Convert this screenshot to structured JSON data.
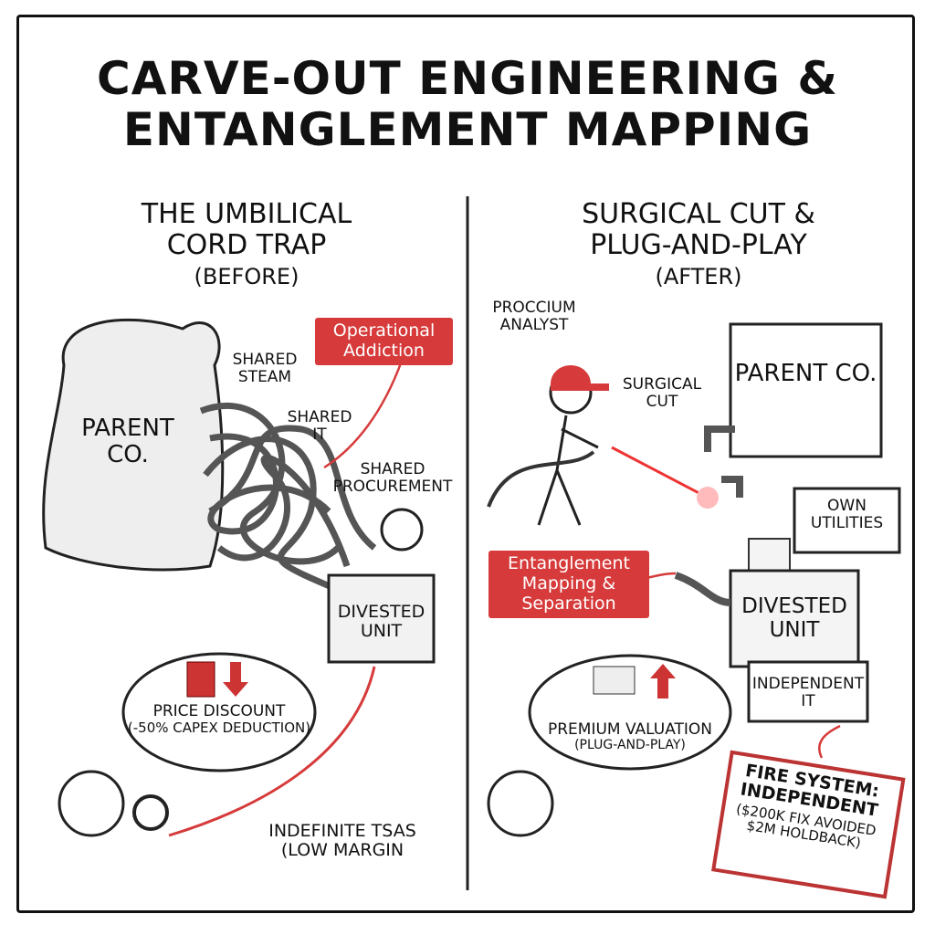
{
  "title": "Carve-out Engineering & Entanglement Mapping",
  "before": {
    "heading": "The Umbilical Cord Trap",
    "tag": "(Before)",
    "parent": "Parent Co.",
    "callout": "Operational Addiction",
    "shared": [
      "Shared Steam",
      "Shared IT",
      "Shared Procurement"
    ],
    "unit": "Divested Unit",
    "thought": "Price Discount",
    "thought_detail": "(-50% Capex Deduction)",
    "tsa": "Indefinite TSAs",
    "tsa_detail": "(Low Margin"
  },
  "after": {
    "heading": "Surgical Cut & Plug-and-Play",
    "tag": "(After)",
    "analyst": "Proccium Analyst",
    "cut": "Surgical Cut",
    "parent": "Parent Co.",
    "callout": "Entanglement Mapping & Separation",
    "utilities": "Own Utilities",
    "unit": "Divested Unit",
    "it": "Independent IT",
    "thought": "Premium Valuation",
    "thought_detail": "(Plug-and-Play)",
    "fire": "Fire System: Independent",
    "fire_detail": "($200K Fix Avoided $2M Holdback)"
  },
  "colors": {
    "accent": "#d63a3a",
    "ink": "#111111"
  }
}
